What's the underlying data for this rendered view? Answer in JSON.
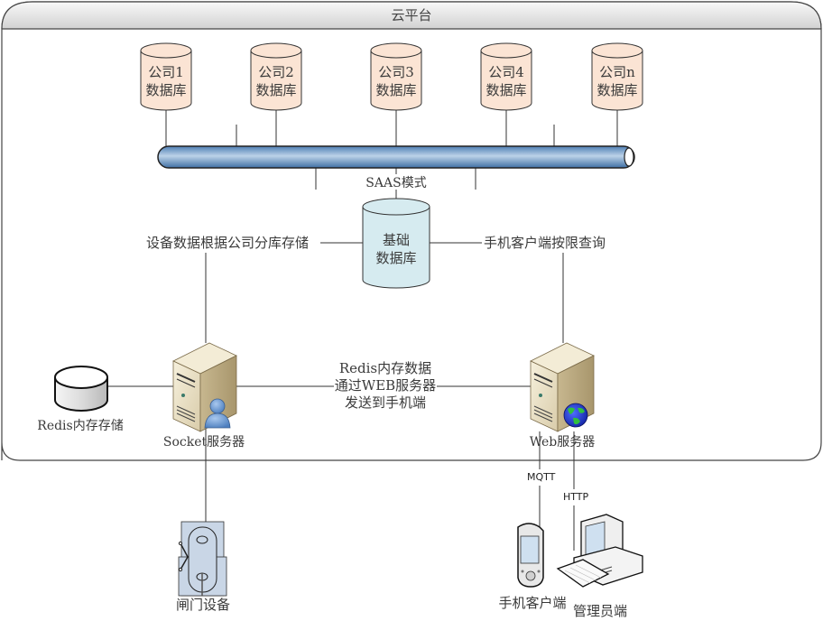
{
  "cloud": {
    "title": "云平台"
  },
  "company_dbs": [
    {
      "line1": "公司1",
      "line2": "数据库"
    },
    {
      "line1": "公司2",
      "line2": "数据库"
    },
    {
      "line1": "公司3",
      "line2": "数据库"
    },
    {
      "line1": "公司4",
      "line2": "数据库"
    },
    {
      "line1": "公司n",
      "line2": "数据库"
    }
  ],
  "bus": {
    "label": "SAAS模式"
  },
  "base_db": {
    "line1": "基础",
    "line2": "数据库"
  },
  "labels": {
    "left_storage": "设备数据根据公司分库存储",
    "right_query": "手机客户端按限查询",
    "middle_line1": "Redis内存数据",
    "middle_line2": "通过WEB服务器",
    "middle_line3": "发送到手机端"
  },
  "nodes": {
    "redis": "Redis内存存储",
    "socket_server": "Socket服务器",
    "web_server": "Web服务器",
    "gate_device": "闸门设备",
    "mobile_client": "手机客户端",
    "admin_client": "管理员端"
  },
  "protocols": {
    "mqtt": "MQTT",
    "http": "HTTP"
  },
  "colors": {
    "company_db_fill": "#fbe4d4",
    "base_db_fill": "#d6ebf0",
    "bus_fill": "#7fa7d0",
    "header_gradient_top": "#ffffff",
    "header_gradient_bottom": "#d8d8d8"
  }
}
